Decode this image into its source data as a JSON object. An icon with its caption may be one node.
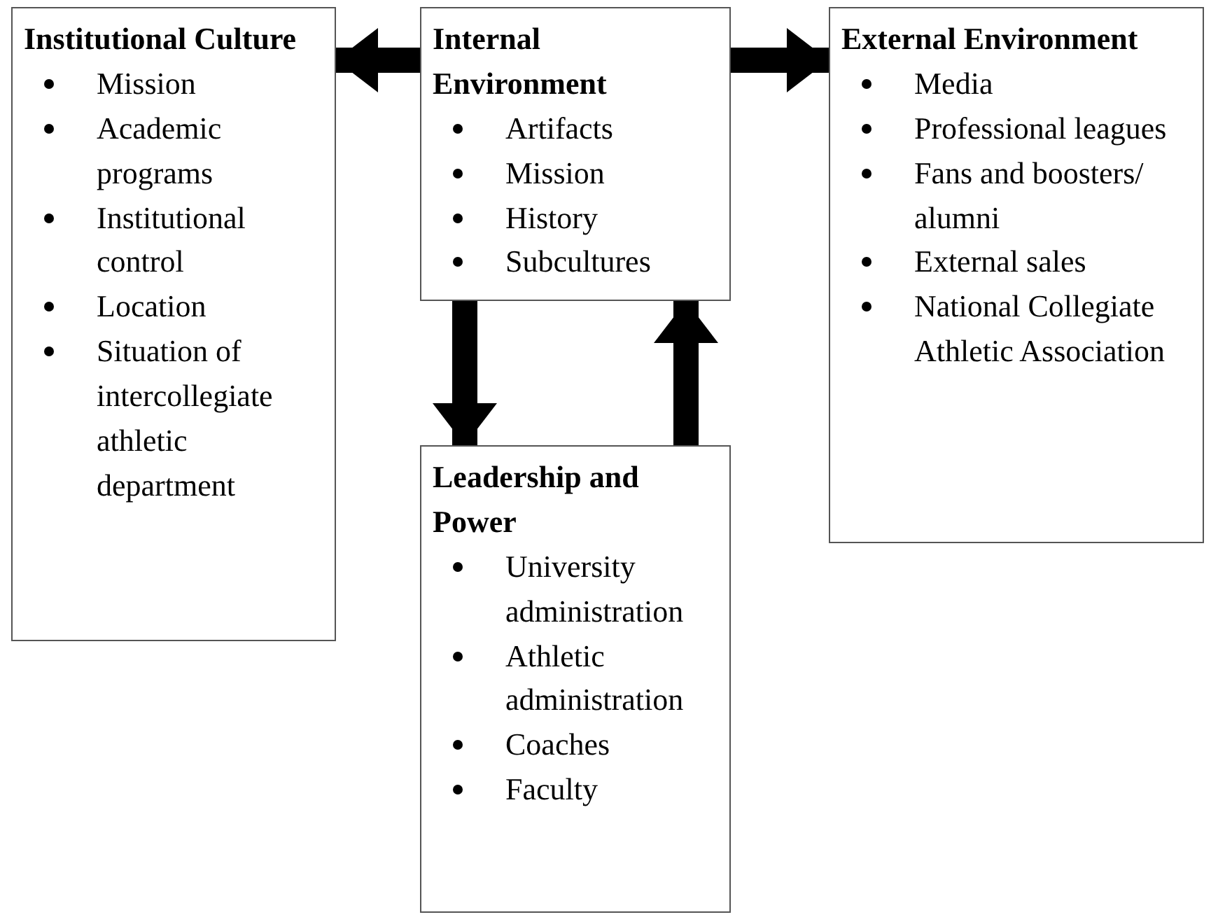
{
  "diagram": {
    "nodes": [
      {
        "text": [
          "Institutional Culture",
          "Mission",
          "Academic programs",
          "Institutional control",
          "Location",
          "Situation of intercollegiate athletic department"
        ]
      },
      {
        "text": [
          "Internal Environment",
          "Artifacts",
          "Mission",
          "History",
          "Subcultures"
        ]
      },
      {
        "text": [
          "External Environment",
          "Media",
          "Professional leagues",
          "Fans and boosters/ alumni",
          "External sales",
          "National Collegiate Athletic Association"
        ]
      },
      {
        "text": [
          "Leadership and Power",
          "University administration",
          "Athletic administration",
          "Coaches",
          "Faculty"
        ]
      }
    ],
    "edges": [
      {
        "from": 1,
        "to": 0,
        "arrow": "to"
      },
      {
        "from": 1,
        "to": 2,
        "arrow": "to"
      },
      {
        "from": 1,
        "to": 3,
        "arrow": "to"
      },
      {
        "from": 3,
        "to": 1,
        "arrow": "to"
      }
    ]
  }
}
